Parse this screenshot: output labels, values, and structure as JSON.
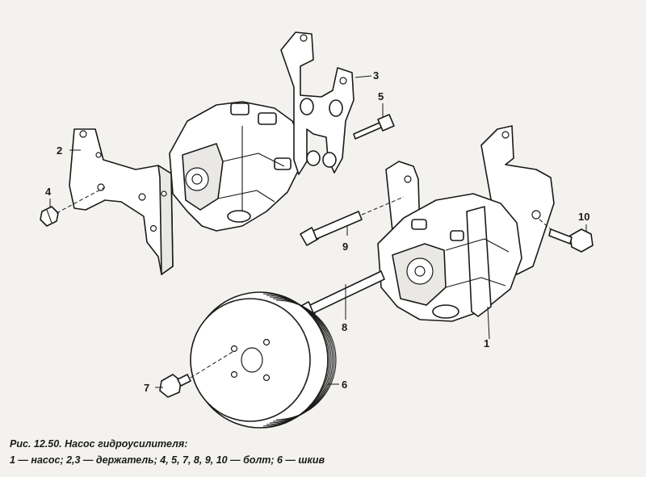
{
  "figure": {
    "caption_title": "Рис. 12.50. Насос гидроусилителя:",
    "caption_legend": "1 — насос; 2,3 — держатель; 4, 5, 7, 8, 9, 10 — болт; 6 — шкив"
  },
  "callouts": [
    {
      "id": "1",
      "label": "1"
    },
    {
      "id": "2",
      "label": "2"
    },
    {
      "id": "3",
      "label": "3"
    },
    {
      "id": "4",
      "label": "4"
    },
    {
      "id": "5",
      "label": "5"
    },
    {
      "id": "6",
      "label": "6"
    },
    {
      "id": "7",
      "label": "7"
    },
    {
      "id": "8",
      "label": "8"
    },
    {
      "id": "9",
      "label": "9"
    },
    {
      "id": "10",
      "label": "10"
    }
  ]
}
